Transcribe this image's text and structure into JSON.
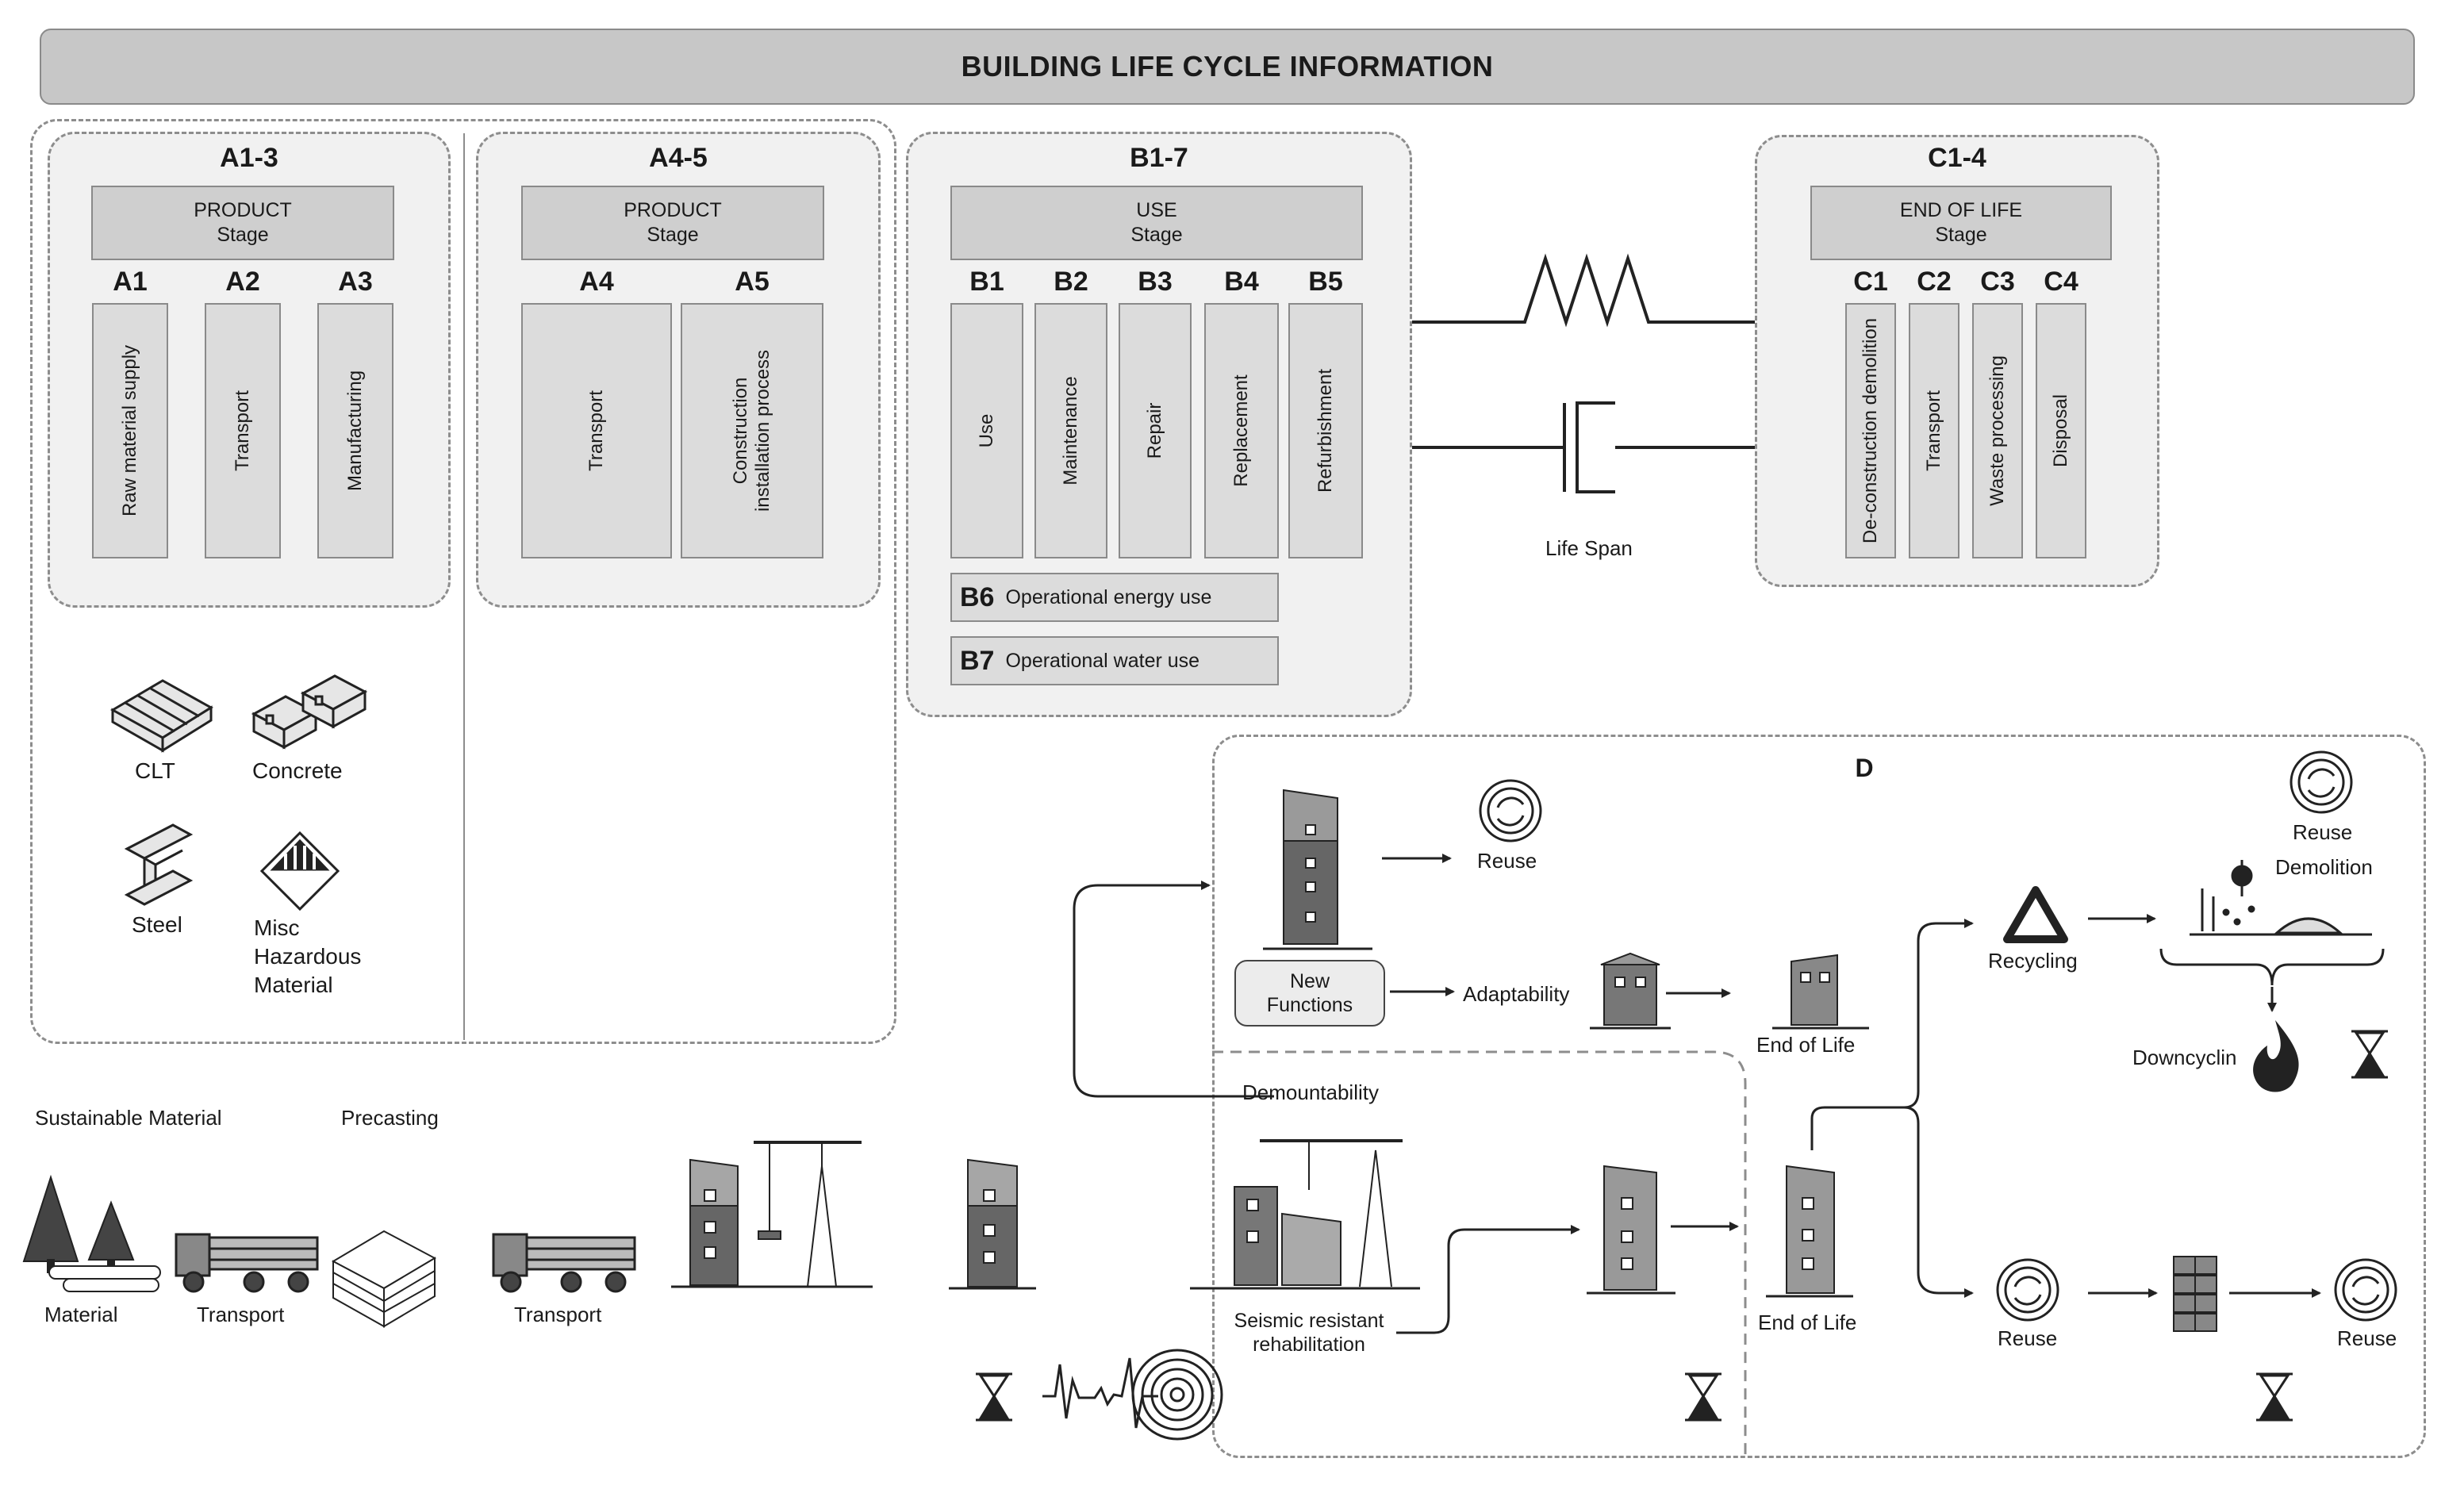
{
  "header": {
    "title": "BUILDING LIFE CYCLE INFORMATION"
  },
  "product": {
    "code": "A1-3",
    "stage_title": "PRODUCT",
    "stage_sub": "Stage",
    "modules": [
      {
        "code": "A1",
        "label": "Raw material supply"
      },
      {
        "code": "A2",
        "label": "Transport"
      },
      {
        "code": "A3",
        "label": "Manufacturing"
      }
    ]
  },
  "construction": {
    "code": "A4-5",
    "stage_title": "PRODUCT",
    "stage_sub": "Stage",
    "modules": [
      {
        "code": "A4",
        "label": "Transport"
      },
      {
        "code": "A5",
        "label1": "Construction",
        "label2": "installation process"
      }
    ]
  },
  "use": {
    "code": "B1-7",
    "stage_title": "USE",
    "stage_sub": "Stage",
    "modules": [
      {
        "code": "B1",
        "label": "Use"
      },
      {
        "code": "B2",
        "label": "Maintenance"
      },
      {
        "code": "B3",
        "label": "Repair"
      },
      {
        "code": "B4",
        "label": "Replacement"
      },
      {
        "code": "B5",
        "label": "Refurbishment"
      }
    ],
    "b6": {
      "code": "B6",
      "label": "Operational energy use"
    },
    "b7": {
      "code": "B7",
      "label": "Operational water use"
    }
  },
  "lifespan": {
    "label": "Life Span"
  },
  "end_of_life": {
    "code": "C1-4",
    "stage_title": "END OF LIFE",
    "stage_sub": "Stage",
    "modules": [
      {
        "code": "C1",
        "label": "De-construction demolition"
      },
      {
        "code": "C2",
        "label": "Transport"
      },
      {
        "code": "C3",
        "label": "Waste processing"
      },
      {
        "code": "C4",
        "label": "Disposal"
      }
    ]
  },
  "materials": {
    "clt": "CLT",
    "concrete": "Concrete",
    "steel": "Steel",
    "misc": [
      "Misc",
      "Hazardous",
      "Material"
    ]
  },
  "module_d": {
    "code": "D",
    "reuse_top": "Reuse",
    "new_functions": [
      "New",
      "Functions"
    ],
    "adaptability": "Adaptability",
    "end_of_life_top": "End of Life",
    "recycling": "Recycling",
    "reuse_right": "Reuse",
    "demolition": "Demolition",
    "downcycling": "Downcyclin",
    "reuse_bottom_left": "Reuse",
    "reuse_bottom_right": "Reuse"
  },
  "timeline": {
    "sustainable_material": "Sustainable Material",
    "precasting": "Precasting",
    "material": "Material",
    "transport1": "Transport",
    "transport2": "Transport",
    "demountability": "Demountability",
    "seismic": [
      "Seismic resistant",
      "rehabilitation"
    ],
    "end_of_life_bottom": "End of Life"
  },
  "colors": {
    "panel": "#f1f1f1",
    "box": "#dcdcdc",
    "bar": "#cfcfcf",
    "line": "#222222"
  }
}
